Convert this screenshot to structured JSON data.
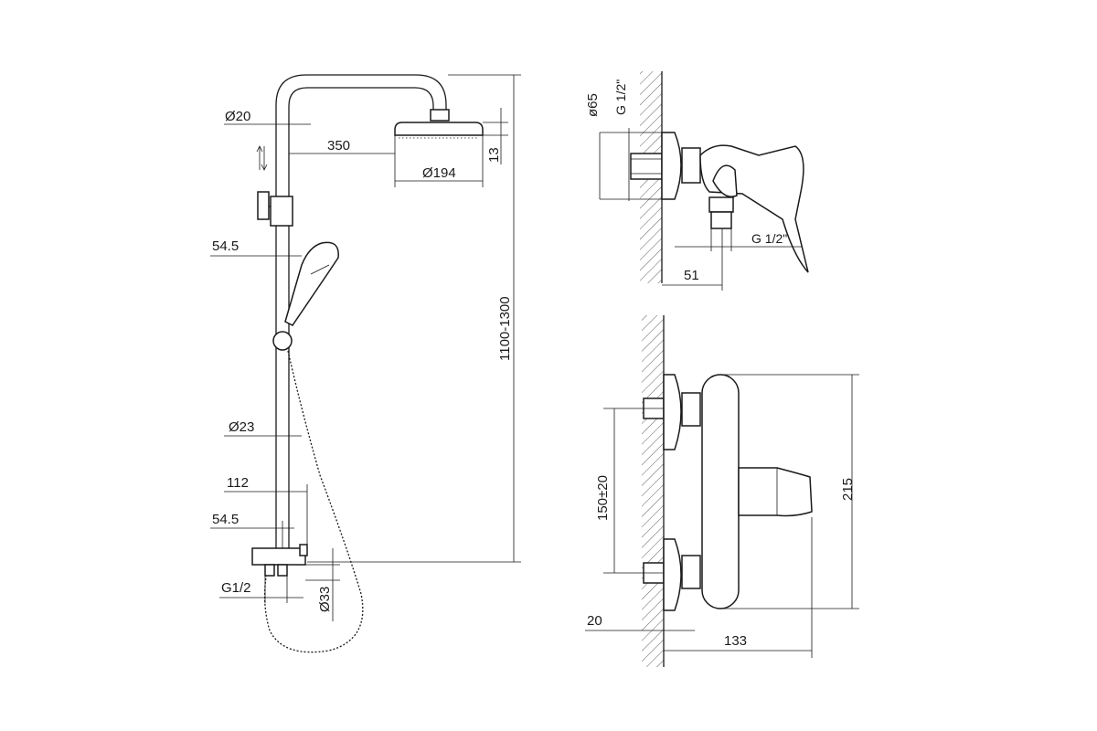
{
  "dimensions": {
    "rod_diameter": "Ø20",
    "arm_length": "350",
    "head_diameter": "Ø194",
    "head_thickness": "13",
    "overall_height": "1100-1300",
    "holder_offset": "54.5",
    "pipe_diameter": "Ø23",
    "mixer_offset": "112",
    "base_offset": "54.5",
    "outlet_thread": "G1/2",
    "inlet_diameter": "Ø33",
    "flange_diameter": "ø65",
    "inlet_thread": "G 1/2\"",
    "outlet_thread_side": "G 1/2\"",
    "outlet_projection": "51",
    "centre_distance": "150±20",
    "body_height": "215",
    "wall_gap": "20",
    "body_depth": "133"
  },
  "icons": {
    "height_adjust": "double-arrow-icon"
  }
}
